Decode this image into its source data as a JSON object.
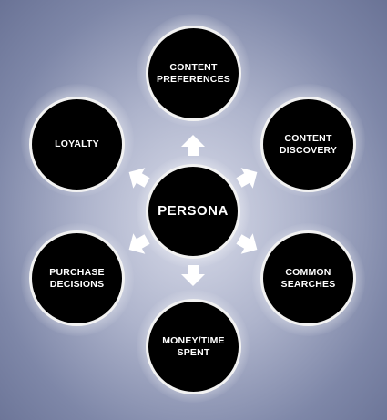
{
  "center": {
    "label": "PERSONA"
  },
  "nodes": [
    {
      "name": "content-preferences",
      "label": "CONTENT\nPREFERENCES"
    },
    {
      "name": "content-discovery",
      "label": "CONTENT\nDISCOVERY"
    },
    {
      "name": "common-searches",
      "label": "COMMON\nSEARCHES"
    },
    {
      "name": "money-time-spent",
      "label": "MONEY/TIME\nSPENT"
    },
    {
      "name": "purchase-decisions",
      "label": "PURCHASE\nDECISIONS"
    },
    {
      "name": "loyalty",
      "label": "LOYALTY"
    }
  ],
  "colors": {
    "circle_fill": "#000000",
    "circle_border": "#f2f2f2",
    "arrow_fill": "#ffffff",
    "text": "#ffffff"
  }
}
